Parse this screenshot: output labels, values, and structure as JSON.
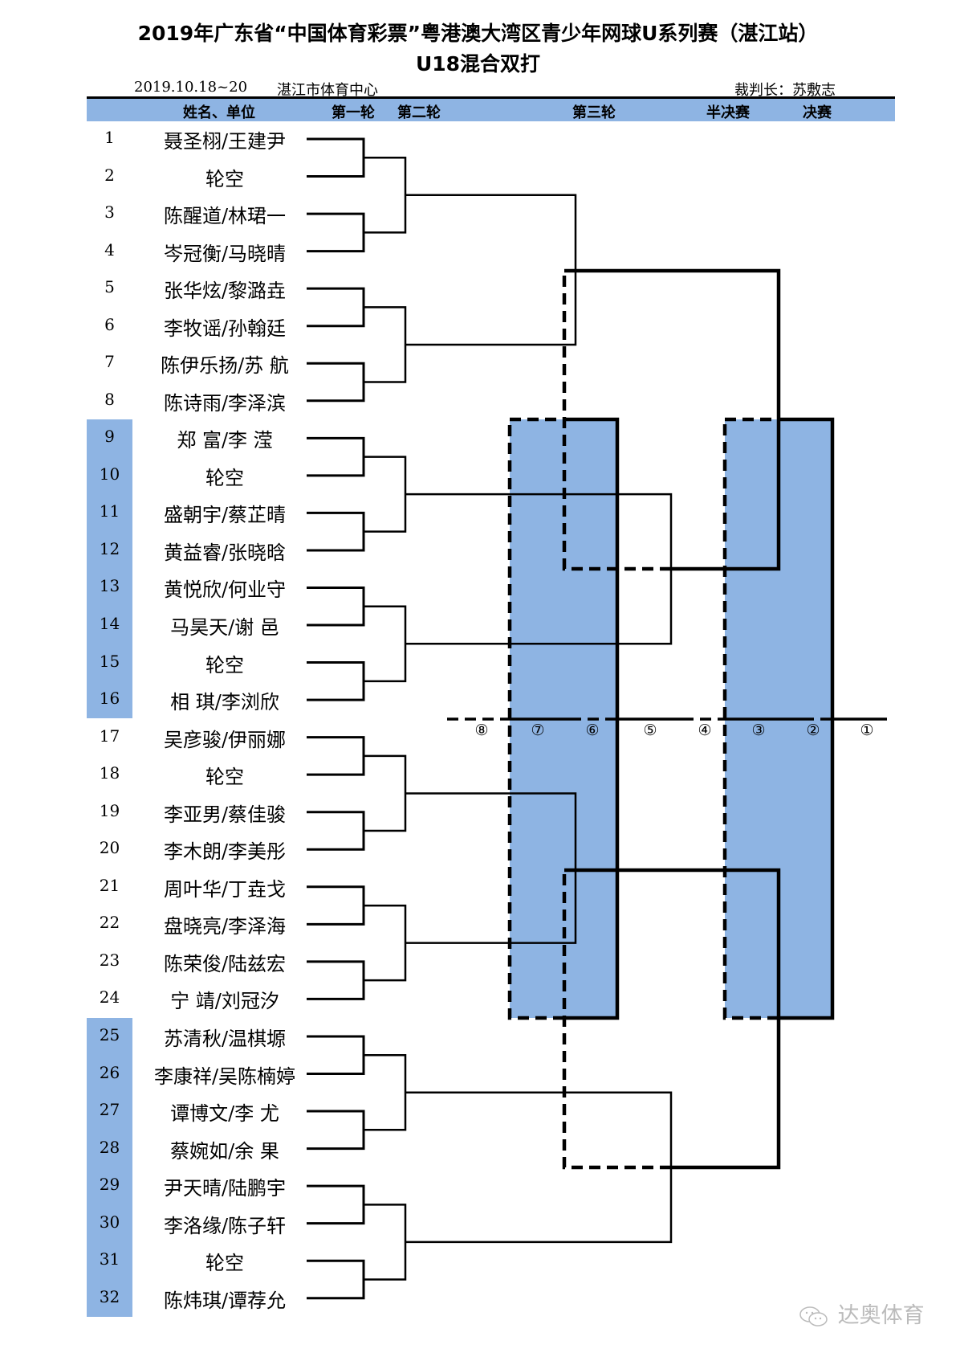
{
  "header": {
    "title_line1": "2019年广东省“中国体育彩票”粤港澳大湾区青少年网球U系列赛（湛江站）",
    "title_line2": "U18混合双打",
    "date": "2019.10.18~20",
    "venue": "湛江市体育中心",
    "referee": "裁判长：苏敷志"
  },
  "columns": {
    "name_unit": "姓名、单位",
    "round1": "第一轮",
    "round2": "第二轮",
    "round3": "第三轮",
    "semifinal": "半决赛",
    "final": "决赛"
  },
  "colors": {
    "band": "#8eb4e3",
    "line": "#000000"
  },
  "entries": [
    {
      "no": "1",
      "name": "聂圣栩/王建尹",
      "seeded": false
    },
    {
      "no": "2",
      "name": "轮空",
      "seeded": false
    },
    {
      "no": "3",
      "name": "陈醒道/林珺一",
      "seeded": false
    },
    {
      "no": "4",
      "name": "岑冠衡/马晓晴",
      "seeded": false
    },
    {
      "no": "5",
      "name": "张华炫/黎潞垚",
      "seeded": false
    },
    {
      "no": "6",
      "name": "李牧谣/孙翰廷",
      "seeded": false
    },
    {
      "no": "7",
      "name": "陈伊乐扬/苏 航",
      "seeded": false
    },
    {
      "no": "8",
      "name": "陈诗雨/李泽滨",
      "seeded": false
    },
    {
      "no": "9",
      "name": "郑 富/李 滢",
      "seeded": true
    },
    {
      "no": "10",
      "name": "轮空",
      "seeded": true
    },
    {
      "no": "11",
      "name": "盛朝宇/蔡芷晴",
      "seeded": true
    },
    {
      "no": "12",
      "name": "黄益睿/张晓晗",
      "seeded": true
    },
    {
      "no": "13",
      "name": "黄悦欣/何业守",
      "seeded": true
    },
    {
      "no": "14",
      "name": "马昊天/谢 邑",
      "seeded": true
    },
    {
      "no": "15",
      "name": "轮空",
      "seeded": true
    },
    {
      "no": "16",
      "name": "相 琪/李浏欣",
      "seeded": true
    },
    {
      "no": "17",
      "name": "吴彦骏/伊丽娜",
      "seeded": false
    },
    {
      "no": "18",
      "name": "轮空",
      "seeded": false
    },
    {
      "no": "19",
      "name": "李亚男/蔡佳骏",
      "seeded": false
    },
    {
      "no": "20",
      "name": "李木朗/李美彤",
      "seeded": false
    },
    {
      "no": "21",
      "name": "周叶华/丁垚戈",
      "seeded": false
    },
    {
      "no": "22",
      "name": "盘晓亮/李泽海",
      "seeded": false
    },
    {
      "no": "23",
      "name": "陈荣俊/陆兹宏",
      "seeded": false
    },
    {
      "no": "24",
      "name": "宁 靖/刘冠汐",
      "seeded": false
    },
    {
      "no": "25",
      "name": "苏清秋/温棋塬",
      "seeded": true
    },
    {
      "no": "26",
      "name": "李康祥/吴陈楠婷",
      "seeded": true
    },
    {
      "no": "27",
      "name": "谭博文/李 尤",
      "seeded": true
    },
    {
      "no": "28",
      "name": "蔡婉如/余 果",
      "seeded": true
    },
    {
      "no": "29",
      "name": "尹天晴/陆鹏宇",
      "seeded": true
    },
    {
      "no": "30",
      "name": "李洛缘/陈子轩",
      "seeded": true
    },
    {
      "no": "31",
      "name": "轮空",
      "seeded": true
    },
    {
      "no": "32",
      "name": "陈炜琪/谭荐允",
      "seeded": true
    }
  ],
  "court_markers": [
    "⑧",
    "⑦",
    "⑥",
    "⑤",
    "④",
    "③",
    "②",
    "①"
  ],
  "watermark": "达奥体育"
}
